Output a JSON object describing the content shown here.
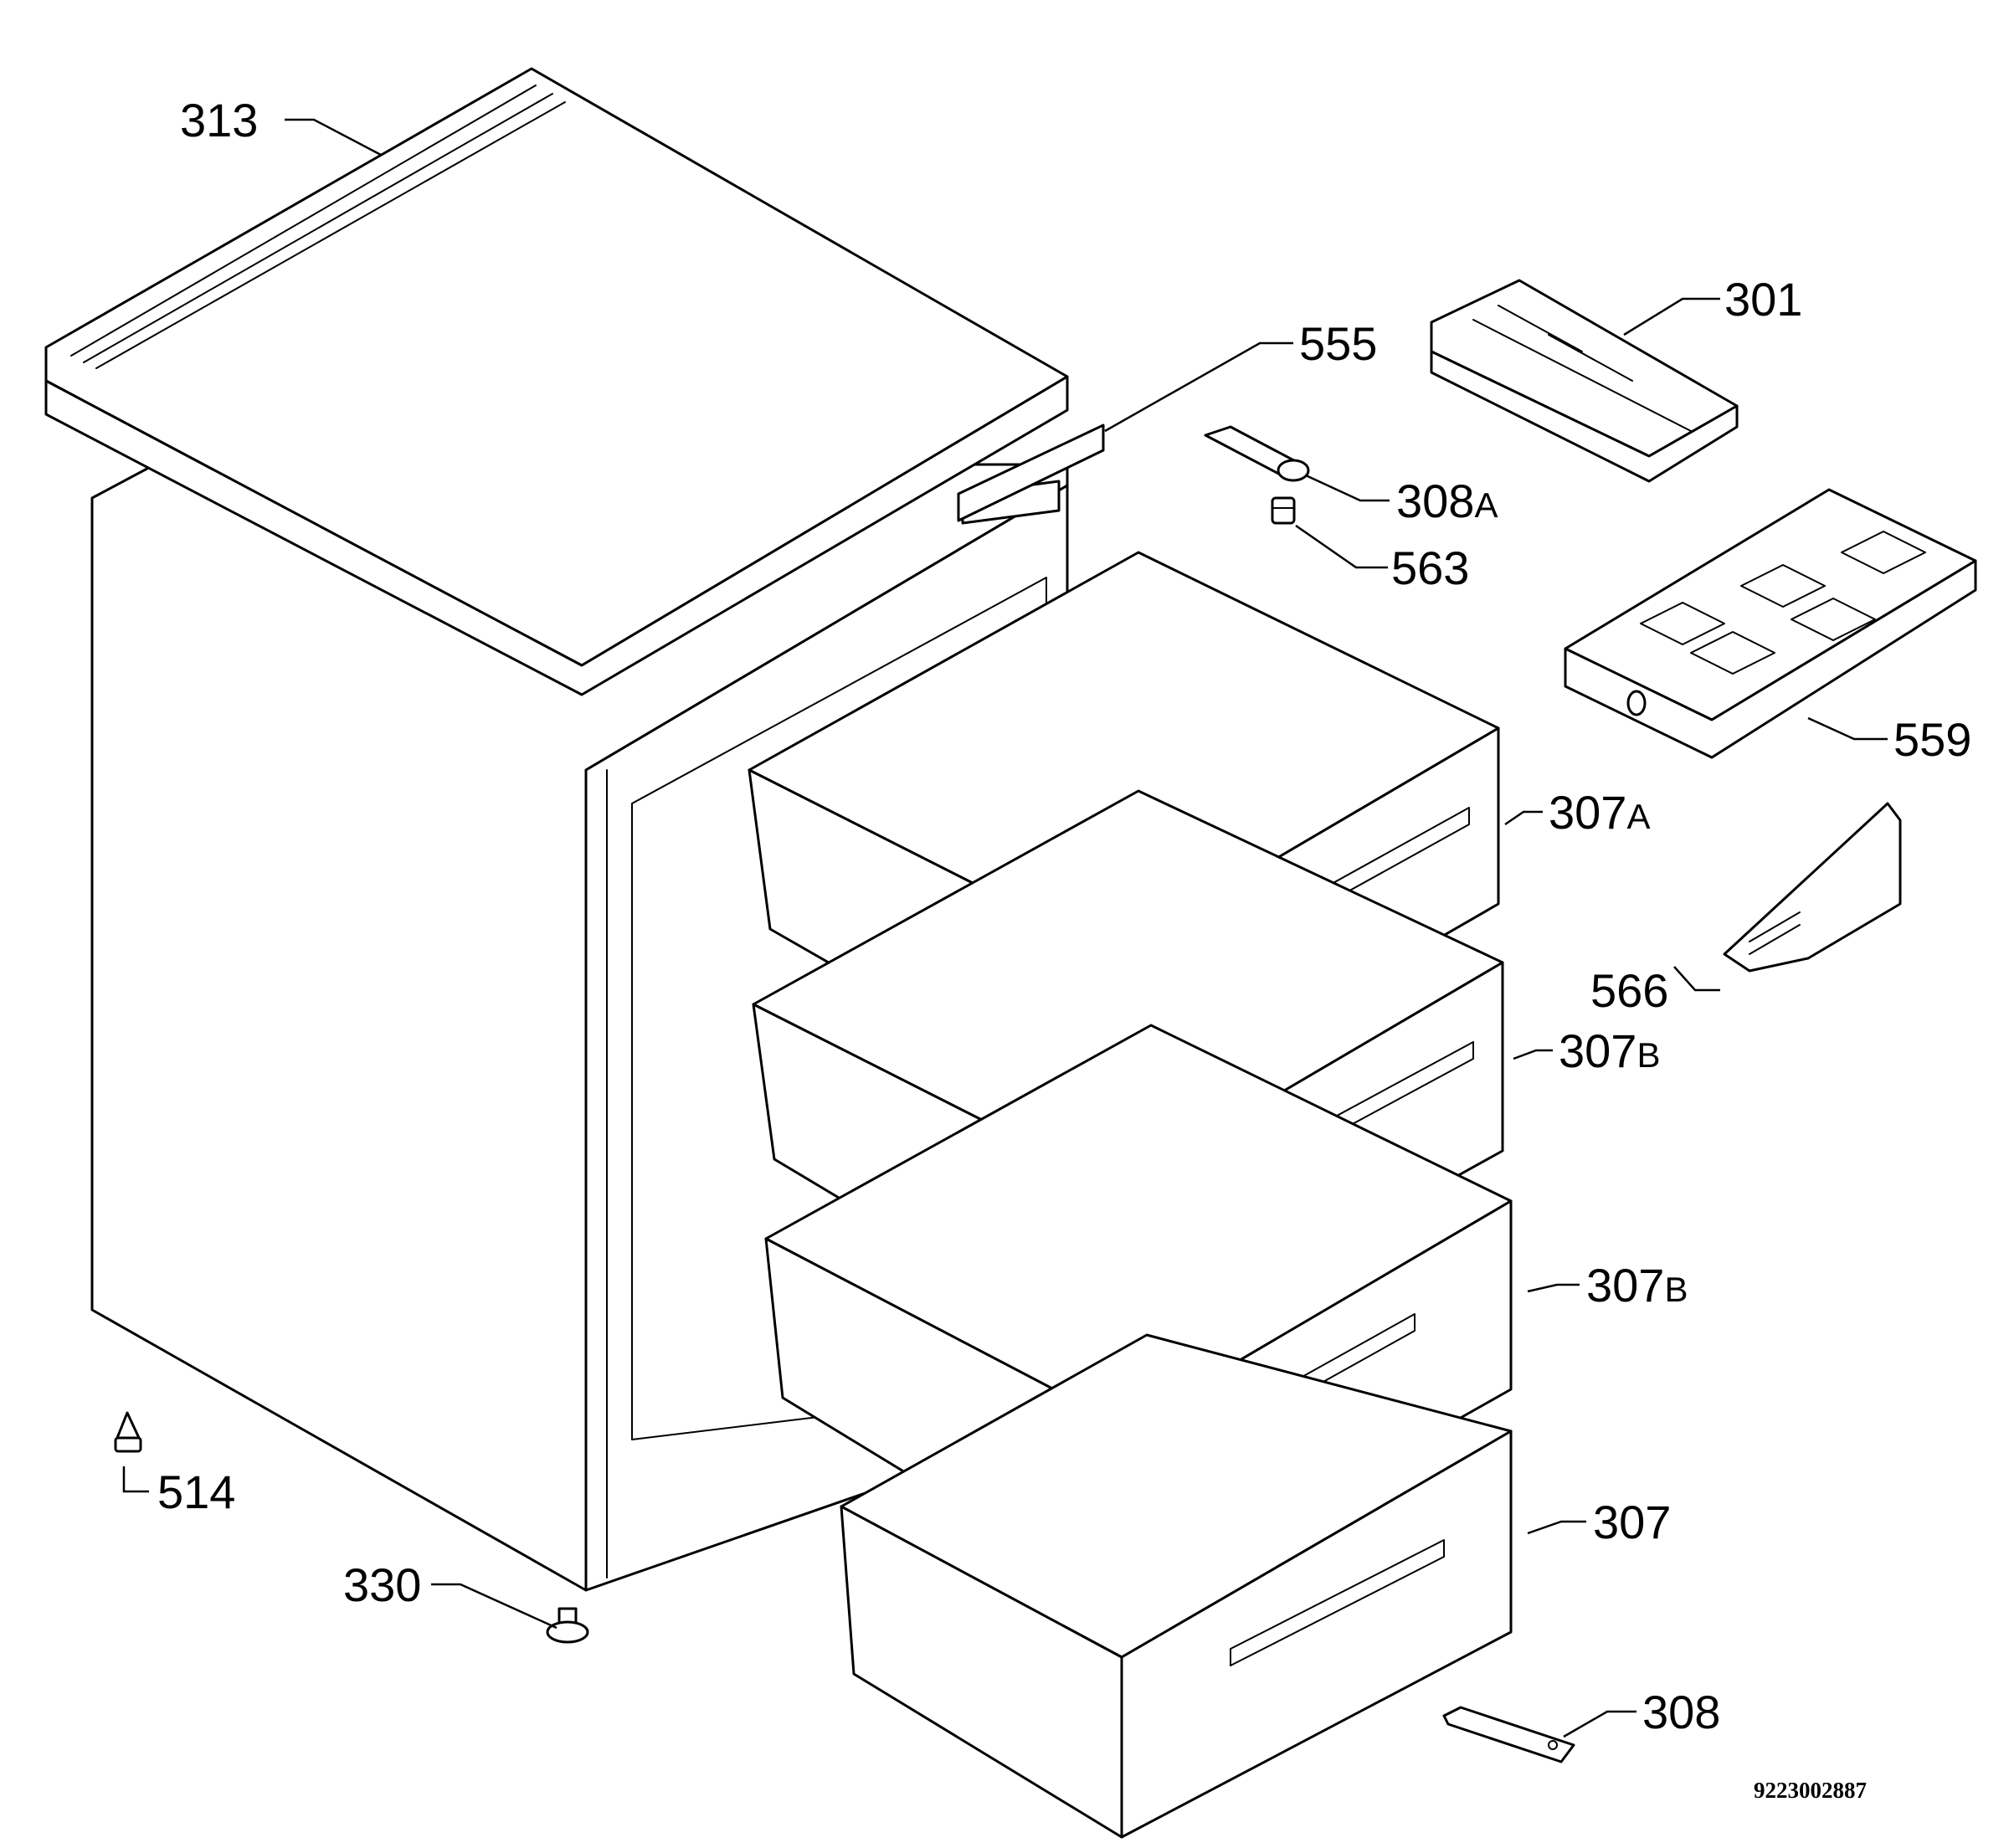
{
  "parts": [
    {
      "id": "313",
      "number": "313",
      "suffix": ""
    },
    {
      "id": "301",
      "number": "301",
      "suffix": ""
    },
    {
      "id": "555",
      "number": "555",
      "suffix": ""
    },
    {
      "id": "308A",
      "number": "308",
      "suffix": "A"
    },
    {
      "id": "563",
      "number": "563",
      "suffix": ""
    },
    {
      "id": "559",
      "number": "559",
      "suffix": ""
    },
    {
      "id": "307A",
      "number": "307",
      "suffix": "A"
    },
    {
      "id": "566",
      "number": "566",
      "suffix": ""
    },
    {
      "id": "307B-1",
      "number": "307",
      "suffix": "B"
    },
    {
      "id": "307B-2",
      "number": "307",
      "suffix": "B"
    },
    {
      "id": "514",
      "number": "514",
      "suffix": ""
    },
    {
      "id": "307",
      "number": "307",
      "suffix": ""
    },
    {
      "id": "330",
      "number": "330",
      "suffix": ""
    },
    {
      "id": "308",
      "number": "308",
      "suffix": ""
    }
  ],
  "drawing_code": "9223002887"
}
